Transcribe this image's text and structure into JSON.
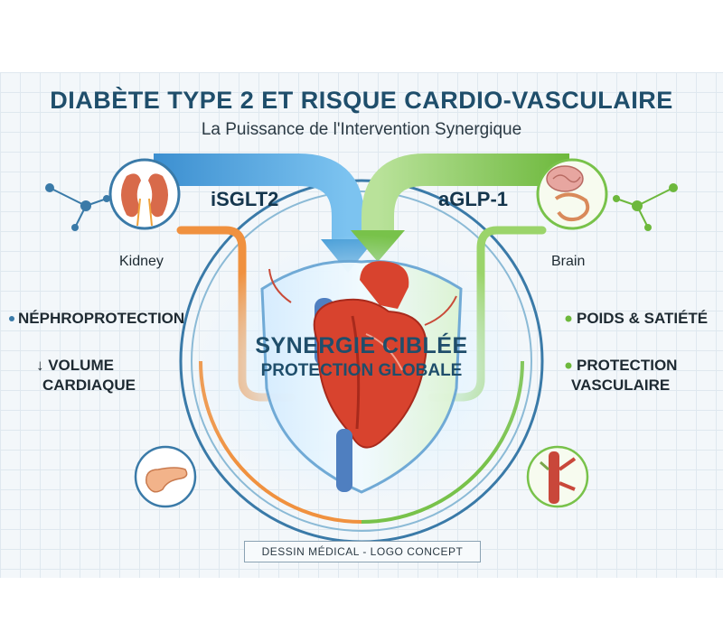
{
  "title": "DIABÈTE TYPE 2 ET RISQUE CARDIO-VASCULAIRE",
  "subtitle": "La Puissance de l'Intervention Synergique",
  "left": {
    "drug": "iSGLT2",
    "organ_label": "Kidney",
    "benefit1": "NÉPHROPROTECTION",
    "benefit2_line1": "↓ VOLUME",
    "benefit2_line2": "CARDIAQUE"
  },
  "right": {
    "drug": "aGLP-1",
    "organ_label": "Brain",
    "benefit1": "POIDS & SATIÉTÉ",
    "benefit2_line1": "PROTECTION",
    "benefit2_line2": "VASCULAIRE"
  },
  "center": {
    "line1": "SYNERGIE CIBLÉE",
    "line2": "PROTECTION GLOBALE"
  },
  "footer": "DESSIN MÉDICAL - LOGO CONCEPT",
  "colors": {
    "left_accent": "#4a9fd8",
    "left_orange": "#f0913f",
    "right_accent": "#78c24a",
    "heart_red": "#d8432e",
    "heart_blue": "#4f7fc0",
    "title": "#1f4e6b"
  },
  "icons": [
    "kidney-icon",
    "brain-gut-icon",
    "pancreas-icon",
    "vessel-icon",
    "heart-icon",
    "shield-icon",
    "molecule-icon"
  ]
}
